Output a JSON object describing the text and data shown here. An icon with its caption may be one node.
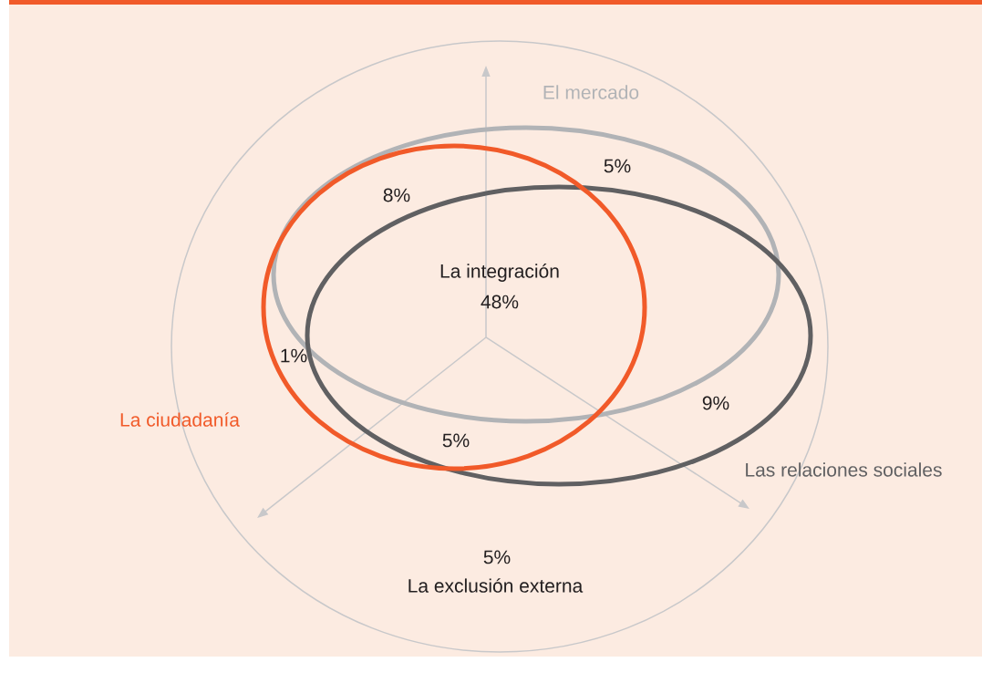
{
  "diagram": {
    "labels": [
      "El mercado",
      "5%",
      "8%",
      "La integración",
      "48%",
      "1%",
      "La ciudadanía",
      "9%",
      "5%",
      "Las relaciones sociales",
      "5%",
      "La exclusión externa"
    ]
  }
}
